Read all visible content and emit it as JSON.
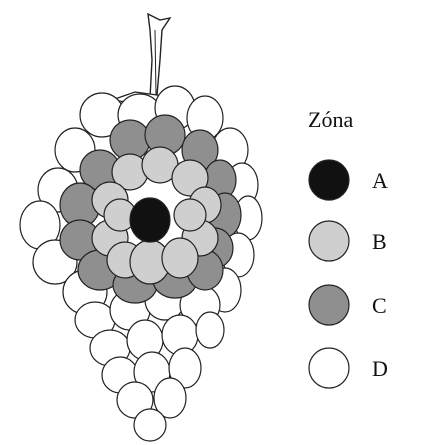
{
  "legend": {
    "title": "Zóna",
    "items": [
      {
        "label": "A",
        "color": "#111111"
      },
      {
        "label": "B",
        "color": "#cfcfcf"
      },
      {
        "label": "C",
        "color": "#8f8f8f"
      },
      {
        "label": "D",
        "color": "#ffffff"
      }
    ]
  },
  "zone_colors": {
    "A": "#111111",
    "B": "#cfcfcf",
    "C": "#8f8f8f",
    "D": "#ffffff"
  }
}
